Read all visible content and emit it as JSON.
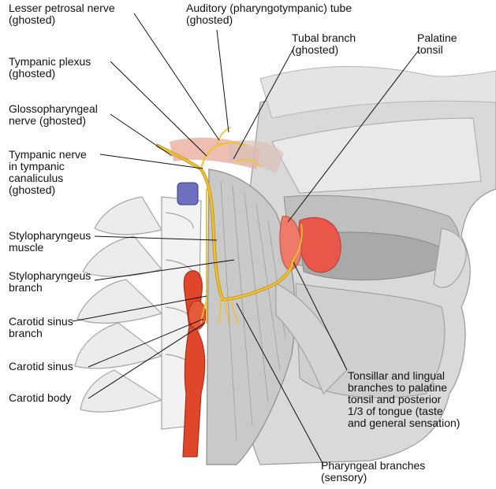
{
  "colors": {
    "nerve": "#f2c12e",
    "nerve_edge": "#b98a10",
    "artery": "#e0472a",
    "artery_dark": "#b02a14",
    "tonsil": "#e8574a",
    "bone": "#e6e6e6",
    "muscle": "#c7c7c7",
    "ghost_pink": "#e8a89a",
    "ganglion": "#6d6fbf",
    "leader": "#111111"
  },
  "labels": {
    "lesser_petrosal": "Lesser petrosal nerve\n(ghosted)",
    "auditory_tube": "Auditory (pharyngotympanic) tube\n(ghosted)",
    "tubal_branch": "Tubal branch\n(ghosted)",
    "palatine_tonsil": "Palatine\ntonsil",
    "tympanic_plexus": "Tympanic plexus\n(ghosted)",
    "glossopharyngeal": "Glossopharyngeal\nnerve (ghosted)",
    "tympanic_nerve": "Tympanic nerve\nin tympanic\ncanaliculus\n(ghosted)",
    "stylopharyngeus_muscle": "Stylopharyngeus\nmuscle",
    "stylopharyngeus_branch": "Stylopharyngeus\nbranch",
    "carotid_sinus_branch": "Carotid sinus\nbranch",
    "carotid_sinus": "Carotid sinus",
    "carotid_body": "Carotid body",
    "tonsillar_lingual": "Tonsillar and lingual\nbranches to palatine\ntonsil and posterior\n1/3 of tongue (taste\nand general sensation)",
    "pharyngeal_branches": "Pharyngeal branches\n(sensory)"
  }
}
